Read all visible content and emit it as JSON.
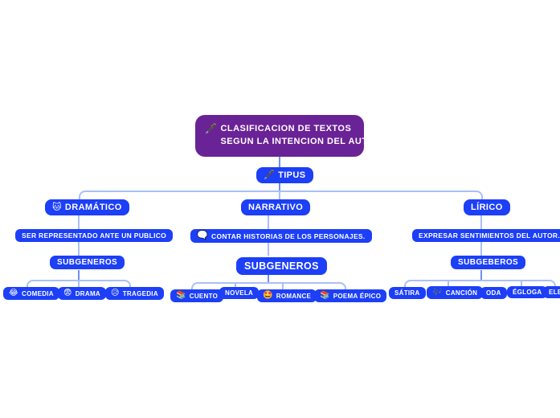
{
  "diagram": {
    "type": "mind-map",
    "background_color": "#ffffff",
    "root_color": "#6a2396",
    "node_color": "#1c3ff7",
    "line_color": "#a9c0f4",
    "text_color": "#ffffff"
  },
  "root": {
    "icon": "pen-icon",
    "icon_glyph": "🖋️",
    "line1": "CLASIFICACION DE TEXTOS",
    "line2": "SEGUN LA INTENCION DEL AUTOR"
  },
  "tipus": {
    "icon": "pen-icon",
    "icon_glyph": "🖋️",
    "label": "TIPUS"
  },
  "branches": [
    {
      "id": "dramatico",
      "icon": "cat-face-icon",
      "icon_glyph": "🐱",
      "label": "DRAMÁTICO",
      "description": "SER REPRESENTADO ANTE UN PUBLICO",
      "description_icon": "",
      "subtitle": "SUBGENEROS",
      "leaves": [
        {
          "icon": "laughing-face-icon",
          "icon_glyph": "😂",
          "label": "COMEDIA"
        },
        {
          "icon": "fearful-face-icon",
          "icon_glyph": "😨",
          "label": "DRAMA"
        },
        {
          "icon": "sad-face-icon",
          "icon_glyph": "😥",
          "label": "TRAGEDIA"
        }
      ]
    },
    {
      "id": "narrativo",
      "icon": "",
      "icon_glyph": "",
      "label": "NARRATIVO",
      "description": "CONTAR  HISTORIAS DE LOS PERSONAJES.",
      "description_icon": "speech-balloon-icon",
      "description_icon_glyph": "🗨️",
      "subtitle": "SUBGENEROS",
      "leaves": [
        {
          "icon": "books-icon",
          "icon_glyph": "📚",
          "label": "CUENTO"
        },
        {
          "icon": "",
          "icon_glyph": "",
          "label": "NOVELA"
        },
        {
          "icon": "star-struck-icon",
          "icon_glyph": "🤩",
          "label": "ROMANCE"
        },
        {
          "icon": "books-icon",
          "icon_glyph": "📚",
          "label": "POEMA ÉPICO"
        }
      ]
    },
    {
      "id": "lirico",
      "icon": "",
      "icon_glyph": "",
      "label": "LÍRICO",
      "description": "EXPRESAR SENTIMIENTOS DEL AUTOR.",
      "description_icon": "",
      "subtitle": "SUBGEBEROS",
      "leaves": [
        {
          "icon": "",
          "icon_glyph": "",
          "label": "SÁTIRA"
        },
        {
          "icon": "musical-notes-icon",
          "icon_glyph": "🎶",
          "label": "CANCIÓN"
        },
        {
          "icon": "",
          "icon_glyph": "",
          "label": "ODA"
        },
        {
          "icon": "",
          "icon_glyph": "",
          "label": "ÉGLOGA"
        },
        {
          "icon": "",
          "icon_glyph": "",
          "label": "ELE"
        }
      ]
    }
  ]
}
